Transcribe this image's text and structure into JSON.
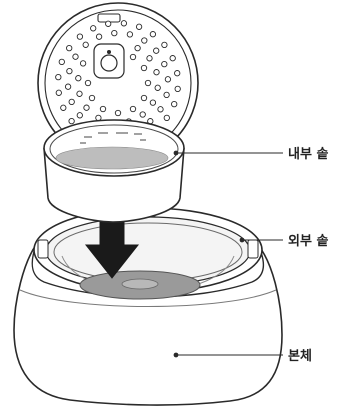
{
  "diagram": {
    "labels": {
      "inner_pot": "내부 솥",
      "outer_pot": "외부 솥",
      "body": "본체"
    },
    "colors": {
      "line": "#2a2a2a",
      "arrow": "#1a1a1a",
      "shade": "#d9d9d9",
      "shade_dark": "#8c8c8c"
    },
    "icons": [
      "down-arrow-icon"
    ]
  }
}
